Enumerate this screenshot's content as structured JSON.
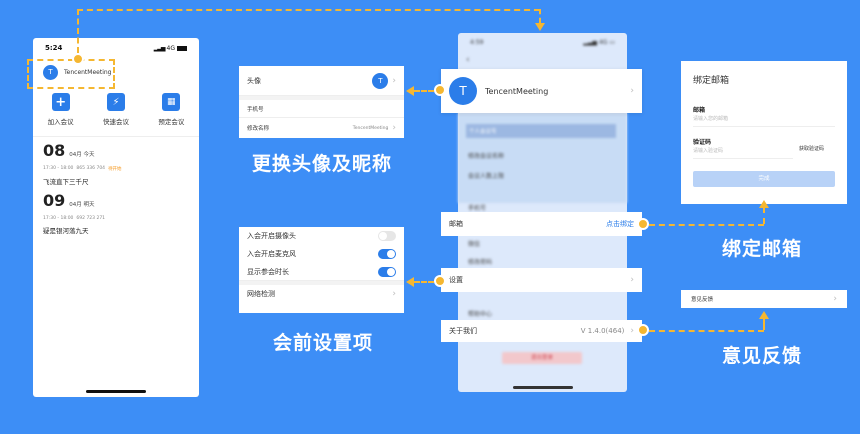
{
  "phone": {
    "time": "5:24",
    "network": "4G",
    "user_name": "TencentMeeting",
    "avatar_letter": "T",
    "actions": [
      {
        "label": "加入会议",
        "icon": "plus-icon"
      },
      {
        "label": "快速会议",
        "icon": "lightning-icon"
      },
      {
        "label": "预定会议",
        "icon": "calendar-icon"
      }
    ],
    "days": [
      {
        "day": "08",
        "date": "04月 今天",
        "time_range": "17:30 - 18:00",
        "meeting_id": "865 336 704",
        "status": "待开始",
        "title": "飞流直下三千尺"
      },
      {
        "day": "09",
        "date": "04月 明天",
        "time_range": "17:30 - 18:00",
        "meeting_id": "692 723 271",
        "status": "",
        "title": "疑是银河落九天"
      }
    ]
  },
  "avatar_panel": {
    "avatar_label": "头像",
    "avatar_letter": "T",
    "phone_label": "手机号",
    "rename_label": "修改名称",
    "rename_value": "TencentMeeting"
  },
  "captions": {
    "avatar": "更换头像及昵称",
    "settings": "会前设置项",
    "email": "绑定邮箱",
    "feedback": "意见反馈"
  },
  "settings_panel": {
    "items": [
      {
        "label": "入会开启摄像头",
        "on": false
      },
      {
        "label": "入会开启麦克风",
        "on": true
      },
      {
        "label": "显示参会时长",
        "on": true
      }
    ],
    "network_label": "网络检测"
  },
  "center": {
    "time": "4:59",
    "profile_name": "TencentMeeting",
    "avatar_letter": "T",
    "blur_rows": [
      "个人会议号",
      "修改会议名称",
      "会议人数上限",
      "手机号",
      "微信",
      "修改密码",
      "帮助中心",
      "退出登录"
    ],
    "email_label": "邮箱",
    "email_action": "点击绑定",
    "settings_label": "设置",
    "about_label": "关于我们",
    "version": "V 1.4.0(464)"
  },
  "email_panel": {
    "title": "绑定邮箱",
    "email_label": "邮箱",
    "email_placeholder": "请输入您的邮箱",
    "code_label": "验证码",
    "code_placeholder": "请输入验证码",
    "get_code": "获取验证码",
    "done": "完成"
  },
  "feedback_panel": {
    "label": "意见反馈"
  },
  "colors": {
    "background": "#3d8ef6",
    "accent": "#2b7de9",
    "highlight": "#f5b731"
  }
}
